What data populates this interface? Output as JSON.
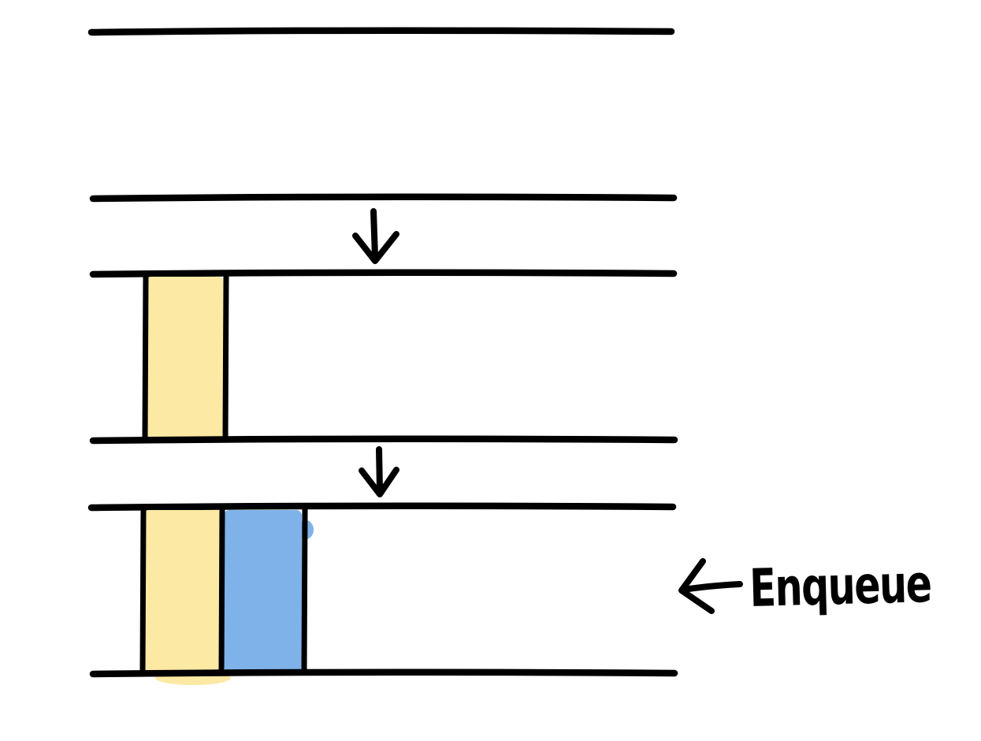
{
  "annotation": {
    "label": "Enqueue"
  },
  "colors": {
    "stroke": "#000000",
    "background": "#FFFFFF",
    "element_yellow": "#FCE9A3",
    "element_blue": "#7EB2E8"
  },
  "queue_states": [
    {
      "elements": []
    },
    {
      "elements": [
        "yellow"
      ]
    },
    {
      "elements": [
        "yellow",
        "blue"
      ]
    }
  ]
}
